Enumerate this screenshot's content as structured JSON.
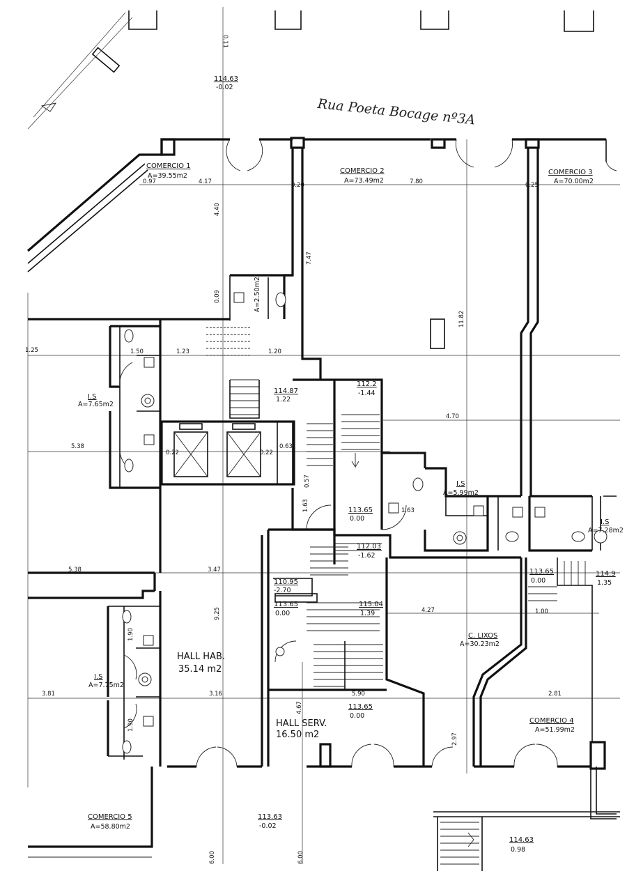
{
  "handwritten_note": "Rua Poeta Bocage nº3A",
  "rooms": [
    {
      "id": "comercio-1",
      "name": "COMERCIO 1",
      "area": "A=39.55m2"
    },
    {
      "id": "comercio-2",
      "name": "COMERCIO 2",
      "area": "A=73.49m2"
    },
    {
      "id": "comercio-3",
      "name": "COMERCIO 3",
      "area": "A=70.00m2"
    },
    {
      "id": "is-top",
      "name": "",
      "area": "A=2.50m2"
    },
    {
      "id": "is-left1",
      "name": "I.S",
      "area": "A=7.65m2"
    },
    {
      "id": "is-mid",
      "name": "I.S",
      "area": "A=5.99m2"
    },
    {
      "id": "is-right",
      "name": "I.S",
      "area": "A=7.28m2"
    },
    {
      "id": "is-left2",
      "name": "I.S",
      "area": "A=7.75m2"
    },
    {
      "id": "hall-hab",
      "name": "HALL HAB.",
      "area": "35.14 m2"
    },
    {
      "id": "c-lixos",
      "name": "C. LIXOS",
      "area": "A=30.23m2"
    },
    {
      "id": "hall-serv",
      "name": "HALL SERV.",
      "area": "16.50 m2"
    },
    {
      "id": "comercio-4",
      "name": "COMERCIO 4",
      "area": "A=51.99m2"
    },
    {
      "id": "comercio-5",
      "name": "COMERCIO 5",
      "area": "A=58.80m2"
    }
  ],
  "levels": [
    {
      "top": "114.63",
      "bottom": "-0.02"
    },
    {
      "top": "114.87",
      "bottom": "1.22"
    },
    {
      "top": "112.2",
      "bottom": "-1.44"
    },
    {
      "top": "113.65",
      "bottom": "0.00"
    },
    {
      "top": "112.03",
      "bottom": "-1.62"
    },
    {
      "top": "110.95",
      "bottom": "-2.70"
    },
    {
      "top": "113.65",
      "bottom": "0.00"
    },
    {
      "top": "115.04",
      "bottom": "1.39"
    },
    {
      "top": "113.65",
      "bottom": "0.00"
    },
    {
      "top": "113.65",
      "bottom": "0.00"
    },
    {
      "top": "114.9",
      "bottom": "1.35"
    },
    {
      "top": "113.63",
      "bottom": "-0.02"
    },
    {
      "top": "114.63",
      "bottom": "0.98"
    }
  ],
  "dims": {
    "d_097": "0.97",
    "d_417": "4.17",
    "d_780": "7.80",
    "d_440": "4.40",
    "d_747": "7.47",
    "d_1182": "11.82",
    "d_125": "1.25",
    "d_150": "1.50",
    "d_123": "1.23",
    "d_120": "1.20",
    "d_538a": "5.38",
    "d_538b": "5.38",
    "d_470": "4.70",
    "d_347": "3.47",
    "d_427": "4.27",
    "d_925": "9.25",
    "d_381": "3.81",
    "d_316": "3.16",
    "d_590": "5.90",
    "d_281": "2.81",
    "d_297": "2.97",
    "d_467": "4.67",
    "d_600a": "6.00",
    "d_600b": "6.00",
    "d_163a": "1.63",
    "d_163b": "1.63",
    "d_020": "0.20",
    "d_025": "0.25",
    "d_100": "1.00",
    "d_190a": "1.90",
    "d_190b": "1.90",
    "d_022a": "0.22",
    "d_022b": "0.22",
    "d_063": "0.63",
    "d_057": "0.57",
    "d_011": "0.11",
    "d_009": "0.09"
  }
}
